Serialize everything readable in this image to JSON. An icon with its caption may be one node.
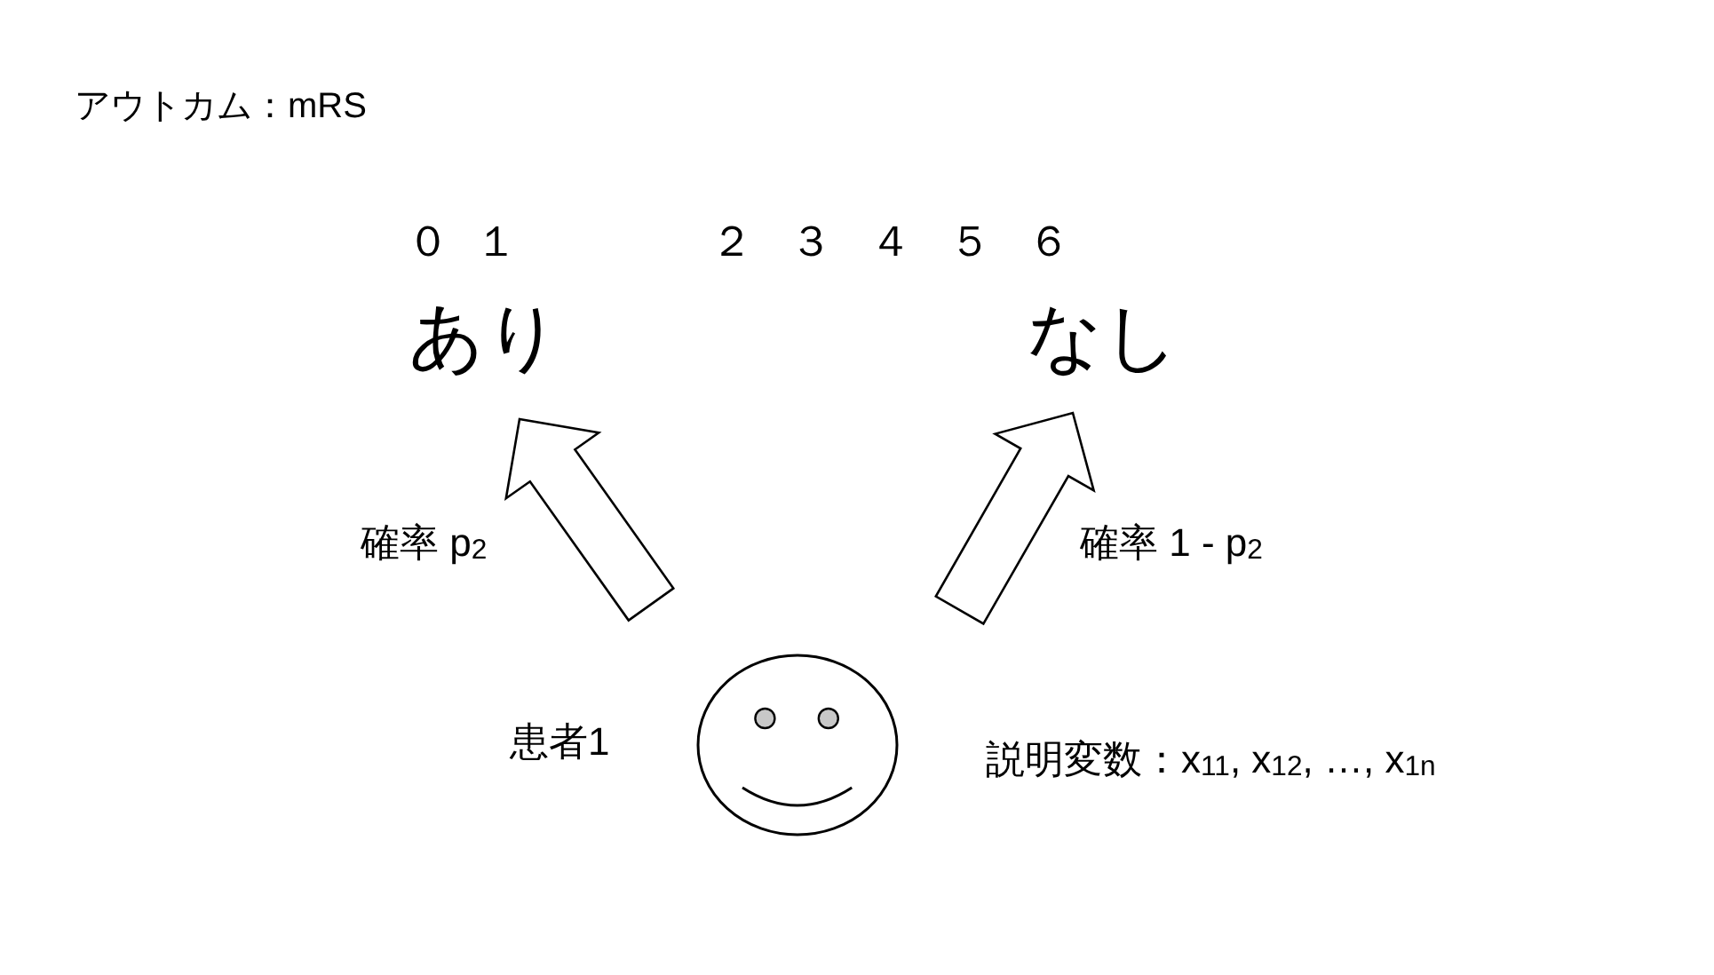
{
  "diagram": {
    "title": "アウトカム：mRS",
    "nodes": [
      {
        "text": [
          "あり"
        ],
        "beside": [
          "０ １"
        ]
      },
      {
        "text": [
          "なし"
        ],
        "beside": [
          "２ ３ ４ ５ ６"
        ]
      },
      {
        "text": [],
        "shape": "face",
        "beside": [
          "患者1",
          "説明変数：x$_{11}$, x$_{12}$, …, x$_{1n}$"
        ]
      }
    ],
    "edges": [
      {
        "from": 2,
        "to": 0,
        "arrow": "to",
        "label": "確率 p$_{2}$"
      },
      {
        "from": 2,
        "to": 1,
        "arrow": "to",
        "label": "確率 1 - p$_{2}$"
      }
    ]
  }
}
